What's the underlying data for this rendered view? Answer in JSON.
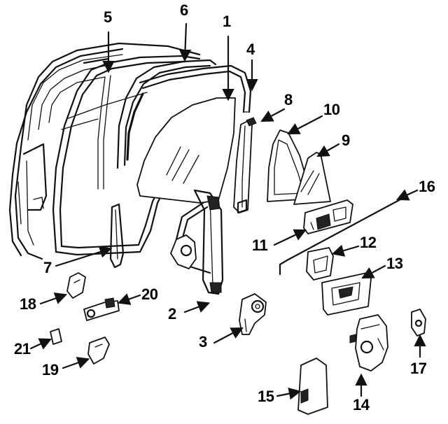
{
  "callouts": {
    "c1": "1",
    "c2": "2",
    "c3": "3",
    "c4": "4",
    "c5": "5",
    "c6": "6",
    "c7": "7",
    "c8": "8",
    "c9": "9",
    "c10": "10",
    "c11": "11",
    "c12": "12",
    "c13": "13",
    "c14": "14",
    "c15": "15",
    "c16": "16",
    "c17": "17",
    "c18": "18",
    "c19": "19",
    "c20": "20",
    "c21": "21"
  },
  "colors": {
    "ink": "#111111",
    "background": "#ffffff"
  }
}
